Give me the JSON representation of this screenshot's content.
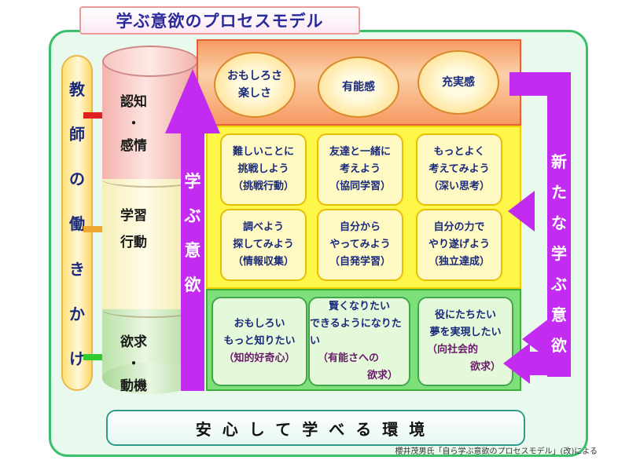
{
  "title": "学ぶ意欲のプロセスモデル",
  "teacher_label": [
    "教",
    "師",
    "の",
    "働",
    "き",
    "か",
    "け"
  ],
  "cylinder": {
    "cognition": [
      "認知",
      "・",
      "感情"
    ],
    "behavior": [
      "学習",
      "行動"
    ],
    "desire": [
      "欲求",
      "・",
      "動機"
    ]
  },
  "center_arrow_text": [
    "学",
    "ぶ",
    "意",
    "欲"
  ],
  "return_arrow_text": [
    "新",
    "た",
    "な",
    "学",
    "ぶ",
    "意",
    "欲"
  ],
  "feelings": [
    {
      "lines": [
        "おもしろさ",
        "楽しさ"
      ]
    },
    {
      "lines": [
        "有能感"
      ]
    },
    {
      "lines": [
        "充実感"
      ]
    }
  ],
  "actions": [
    {
      "lines": [
        "難しいことに",
        "挑戦しよう"
      ],
      "tag": "（挑戦行動）"
    },
    {
      "lines": [
        "友達と一緒に",
        "考えよう"
      ],
      "tag": "（協同学習）"
    },
    {
      "lines": [
        "もっとよく",
        "考えてみよう"
      ],
      "tag": "（深い思考）"
    },
    {
      "lines": [
        "調べよう",
        "探してみよう"
      ],
      "tag": "（情報収集）"
    },
    {
      "lines": [
        "自分から",
        "やってみよう"
      ],
      "tag": "（自発学習）"
    },
    {
      "lines": [
        "自分の力で",
        "やり遂げよう"
      ],
      "tag": "（独立達成）"
    }
  ],
  "desires": [
    {
      "lines": [
        "おもしろい",
        "もっと知りたい"
      ],
      "tag": [
        "（知的好奇心）"
      ]
    },
    {
      "lines": [
        "賢くなりたい",
        "できるようになりたい"
      ],
      "tag": [
        "（有能さへの",
        "欲求）"
      ]
    },
    {
      "lines": [
        "役にたちたい",
        "夢を実現したい"
      ],
      "tag": [
        "（向社会的",
        "欲求）"
      ]
    }
  ],
  "bottom_text": "安心して学べる環境",
  "credit": "櫻井茂男氏「自ら学ぶ意欲のプロセスモデル」(改)による",
  "colors": {
    "purple_arrow": "#c32cf0",
    "orange_band": "#f79a62",
    "yellow_band": "#fff64a",
    "green_band": "#7ee07a",
    "frame": "#3bbf6a"
  }
}
